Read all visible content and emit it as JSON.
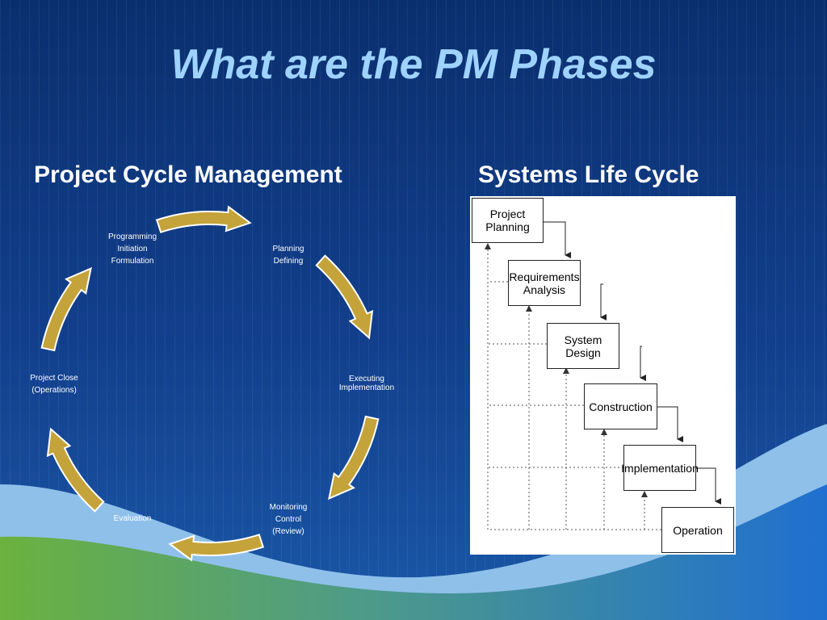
{
  "slide": {
    "title": "What are the PM Phases"
  },
  "left_panel": {
    "heading": "Project Cycle Management",
    "phases": [
      {
        "lines": [
          "Programming",
          "Initiation",
          "Formulation"
        ]
      },
      {
        "lines": [
          "Planning",
          "Defining"
        ]
      },
      {
        "lines": [
          "Executing",
          "Implementation"
        ]
      },
      {
        "lines": [
          "Monitoring",
          "Control",
          "(Review)"
        ]
      },
      {
        "lines": [
          "Evaluation"
        ]
      },
      {
        "lines": [
          "Project Close",
          "(Operations)"
        ]
      }
    ],
    "arrow_color": "#c4a33a"
  },
  "right_panel": {
    "heading": "Systems Life Cycle",
    "stages": [
      {
        "lines": [
          "Project",
          "Planning"
        ]
      },
      {
        "lines": [
          "Requirements",
          "Analysis"
        ]
      },
      {
        "lines": [
          "System",
          "Design"
        ]
      },
      {
        "lines": [
          "Construction"
        ]
      },
      {
        "lines": [
          "Implementation"
        ]
      },
      {
        "lines": [
          "Operation"
        ]
      }
    ]
  },
  "colors": {
    "background": "#0f3a85",
    "title": "#9fd3ff",
    "wave_light": "#8fc0ea",
    "wave_green": "#6bb23f"
  }
}
